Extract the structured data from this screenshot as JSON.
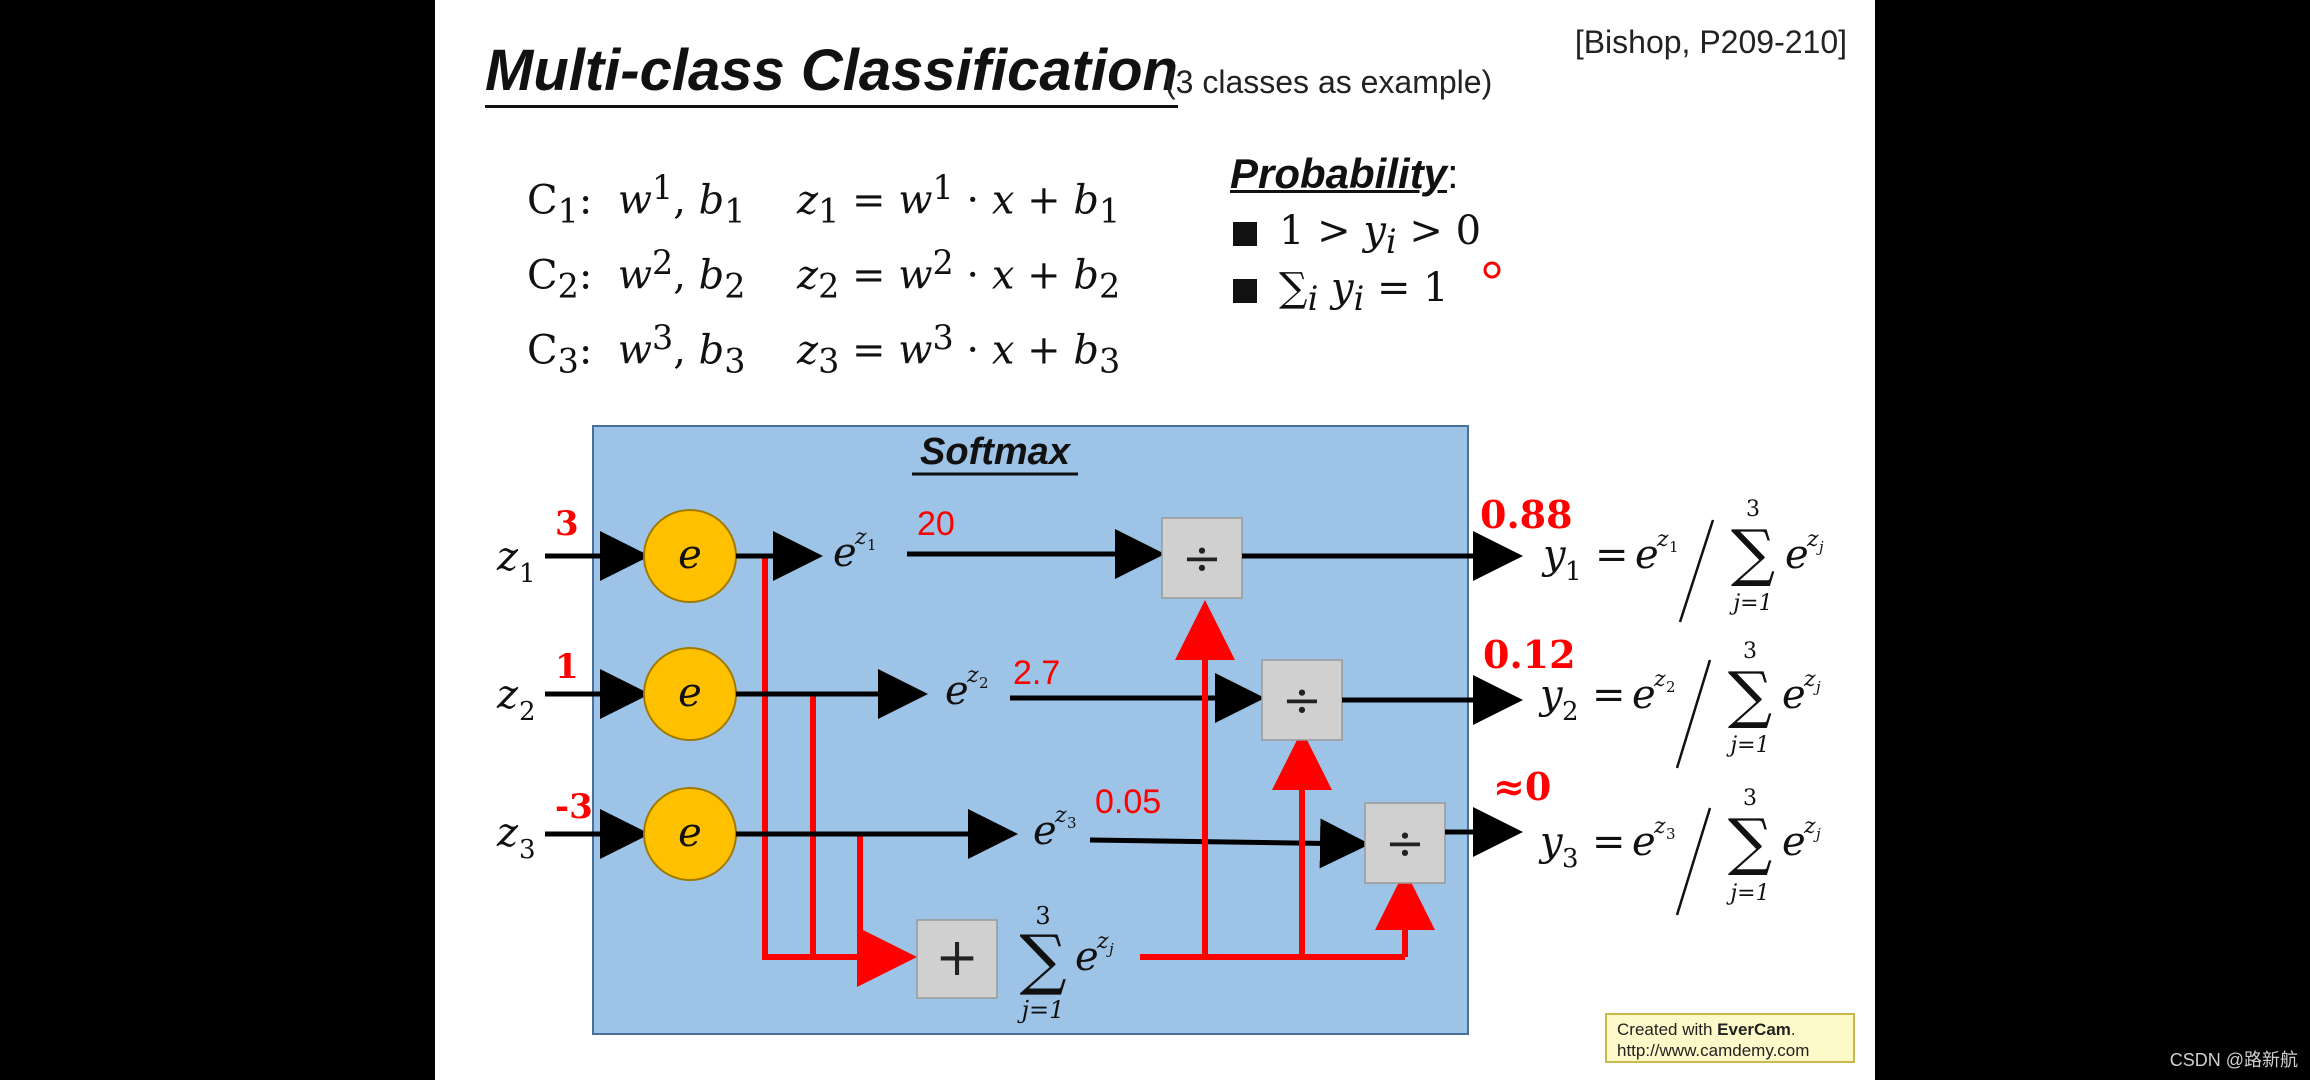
{
  "slide": {
    "title": "Multi-class Classification",
    "subtitle": "(3 classes as example)",
    "reference": "[Bishop, P209-210]"
  },
  "classes": [
    {
      "label": "C",
      "index": "1",
      "w_sup": "1",
      "b_sub": "1",
      "z_sub": "1"
    },
    {
      "label": "C",
      "index": "2",
      "w_sup": "2",
      "b_sub": "2",
      "z_sub": "2"
    },
    {
      "label": "C",
      "index": "3",
      "w_sup": "3",
      "b_sub": "3",
      "z_sub": "3"
    }
  ],
  "probability": {
    "heading": "Probability",
    "colon": ":",
    "conditions": [
      "1 > y_i > 0",
      "Σ_i y_i = 1"
    ]
  },
  "softmax": {
    "label": "Softmax",
    "inputs": [
      {
        "name": "z",
        "sub": "1",
        "value": "3"
      },
      {
        "name": "z",
        "sub": "2",
        "value": "1"
      },
      {
        "name": "z",
        "sub": "3",
        "value": "-3"
      }
    ],
    "exp_node_label": "e",
    "exp_values": [
      "20",
      "2.7",
      "0.05"
    ],
    "divide_symbol": "÷",
    "sum_symbol": "+",
    "sum_upper": "3",
    "sum_lower": "j=1",
    "outputs": [
      {
        "name": "y",
        "sub": "1",
        "value": "0.88"
      },
      {
        "name": "y",
        "sub": "2",
        "value": "0.12"
      },
      {
        "name": "y",
        "sub": "3",
        "value": "≈0"
      }
    ]
  },
  "colors": {
    "softmax_box": "#9dc3e6",
    "exp_node": "#ffc000",
    "highlight": "#ff0000",
    "op_box": "#d0d0d0"
  },
  "watermark": {
    "line1_prefix": "Created with ",
    "line1_brand": "EverCam",
    "line1_suffix": ".",
    "line2": "http://www.camdemy.com"
  },
  "footer": {
    "credit": "CSDN @路新航"
  }
}
